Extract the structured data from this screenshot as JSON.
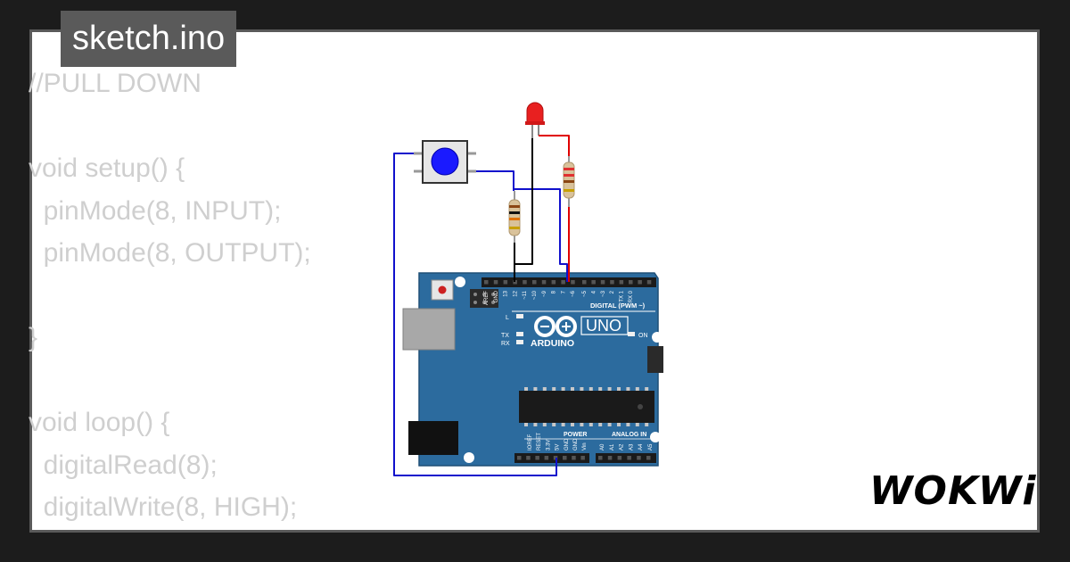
{
  "file_tab": {
    "label": "sketch.ino"
  },
  "code_lines": [
    "//PULL DOWN",
    "",
    "void setup() {",
    "  pinMode(8, INPUT);",
    "  pinMode(8, OUTPUT);",
    "",
    "}",
    "",
    "void loop() {",
    "  digitalRead(8);",
    "  digitalWrite(8, HIGH);"
  ],
  "board": {
    "brand": "ARDUINO",
    "model": "UNO",
    "digital_header": "DIGITAL (PWM ~)",
    "power_header": "POWER",
    "analog_header": "ANALOG IN",
    "led_labels": {
      "l": "L",
      "tx": "TX",
      "rx": "RX",
      "on": "ON"
    },
    "digital_pins": [
      "AREF",
      "GND",
      "13",
      "12",
      "~11",
      "~10",
      "~9",
      "8",
      "7",
      "~6",
      "~5",
      "4",
      "~3",
      "2",
      "TX 1",
      "RX 0"
    ],
    "power_pins": [
      "IOREF",
      "RESET",
      "3.3V",
      "5V",
      "GND",
      "GND",
      "Vin"
    ],
    "analog_pins": [
      "A0",
      "A1",
      "A2",
      "A3",
      "A4",
      "A5"
    ]
  },
  "logo": {
    "text": "WOKWi"
  },
  "colors": {
    "board": "#2c6b9e",
    "wire_blue": "#1010cc",
    "wire_red": "#e00000",
    "wire_black": "#000000",
    "button_cap": "#1a1aff",
    "led": "#e82020",
    "code_text": "#cfcfcf",
    "tab_bg": "#5a5a5a"
  }
}
